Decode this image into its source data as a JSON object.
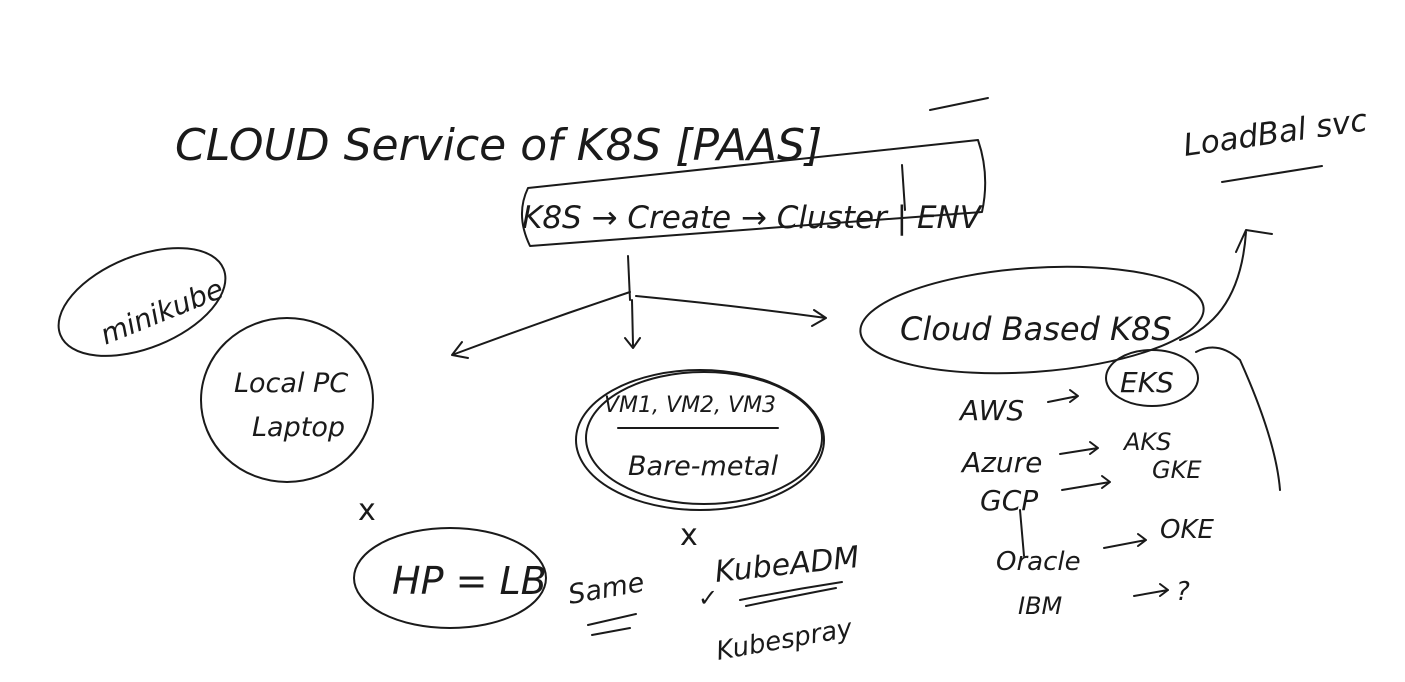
{
  "title": "CLOUD Service of K8S [PAAS]",
  "flow": "K8S → Create → Cluster | ENV",
  "minikube": "minikube",
  "local_pc": [
    "Local PC",
    "Laptop"
  ],
  "vms": "VM1, VM2, VM3",
  "bare_metal": "Bare-metal",
  "hp_lb": "HP = LB",
  "same": "Same",
  "kubeadm": "KubeADM",
  "kubespray": "Kubespray",
  "cloud_based": "Cloud Based K8S",
  "loadbal": "LoadBal svc",
  "providers": [
    {
      "name": "AWS",
      "service": "EKS"
    },
    {
      "name": "Azure",
      "service": "AKS"
    },
    {
      "name": "GCP",
      "service": "GKE"
    },
    {
      "name": "Oracle",
      "service": "OKE"
    },
    {
      "name": "IBM",
      "service": "?"
    }
  ],
  "cross_marks": [
    "x",
    "x"
  ],
  "tick_mark": "✓"
}
